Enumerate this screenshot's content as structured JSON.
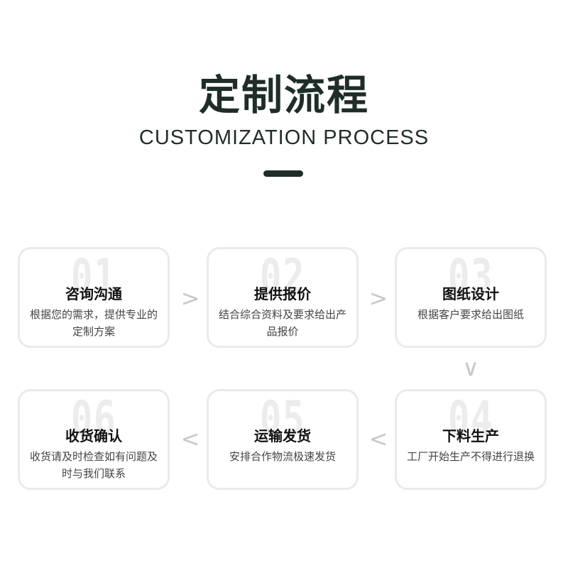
{
  "header": {
    "title_zh": "定制流程",
    "title_en": "CUSTOMIZATION PROCESS"
  },
  "steps": [
    {
      "num": "01",
      "title": "咨询沟通",
      "desc": "根据您的需求，提供专业的定制方案"
    },
    {
      "num": "02",
      "title": "提供报价",
      "desc": "结合综合资料及要求给出产品报价"
    },
    {
      "num": "03",
      "title": "图纸设计",
      "desc": "根据客户要求给出图纸"
    },
    {
      "num": "04",
      "title": "下料生产",
      "desc": "工厂开始生产不得进行退换"
    },
    {
      "num": "05",
      "title": "运输发货",
      "desc": "安排合作物流极速发货"
    },
    {
      "num": "06",
      "title": "收货确认",
      "desc": "收货请及时检查如有问题及时与我们联系"
    }
  ],
  "arrows": {
    "right": ">",
    "left": "<",
    "down": "∨"
  },
  "colors": {
    "title": "#1f2d29",
    "card_border": "#eaeaea",
    "number_watermark": "#ececec",
    "arrow": "#c8c8c8"
  }
}
